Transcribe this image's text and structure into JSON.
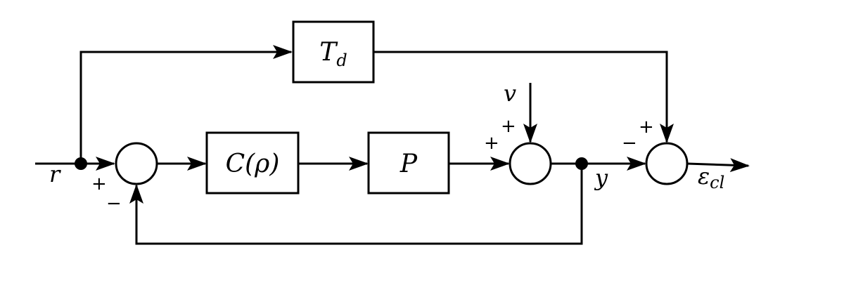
{
  "diagram": {
    "blocks": {
      "td": {
        "main": "T",
        "sub": "d"
      },
      "c": {
        "text": "C(ρ)"
      },
      "p": {
        "text": "P"
      }
    },
    "signals": {
      "r": "r",
      "v": "v",
      "y": "y",
      "eps": {
        "main": "ε",
        "sub": "cl"
      }
    },
    "signs": {
      "s1_in": "+",
      "s1_fb": "−",
      "s2_in": "+",
      "s2_v": "+",
      "s3_y": "−",
      "s3_td": "+"
    }
  }
}
